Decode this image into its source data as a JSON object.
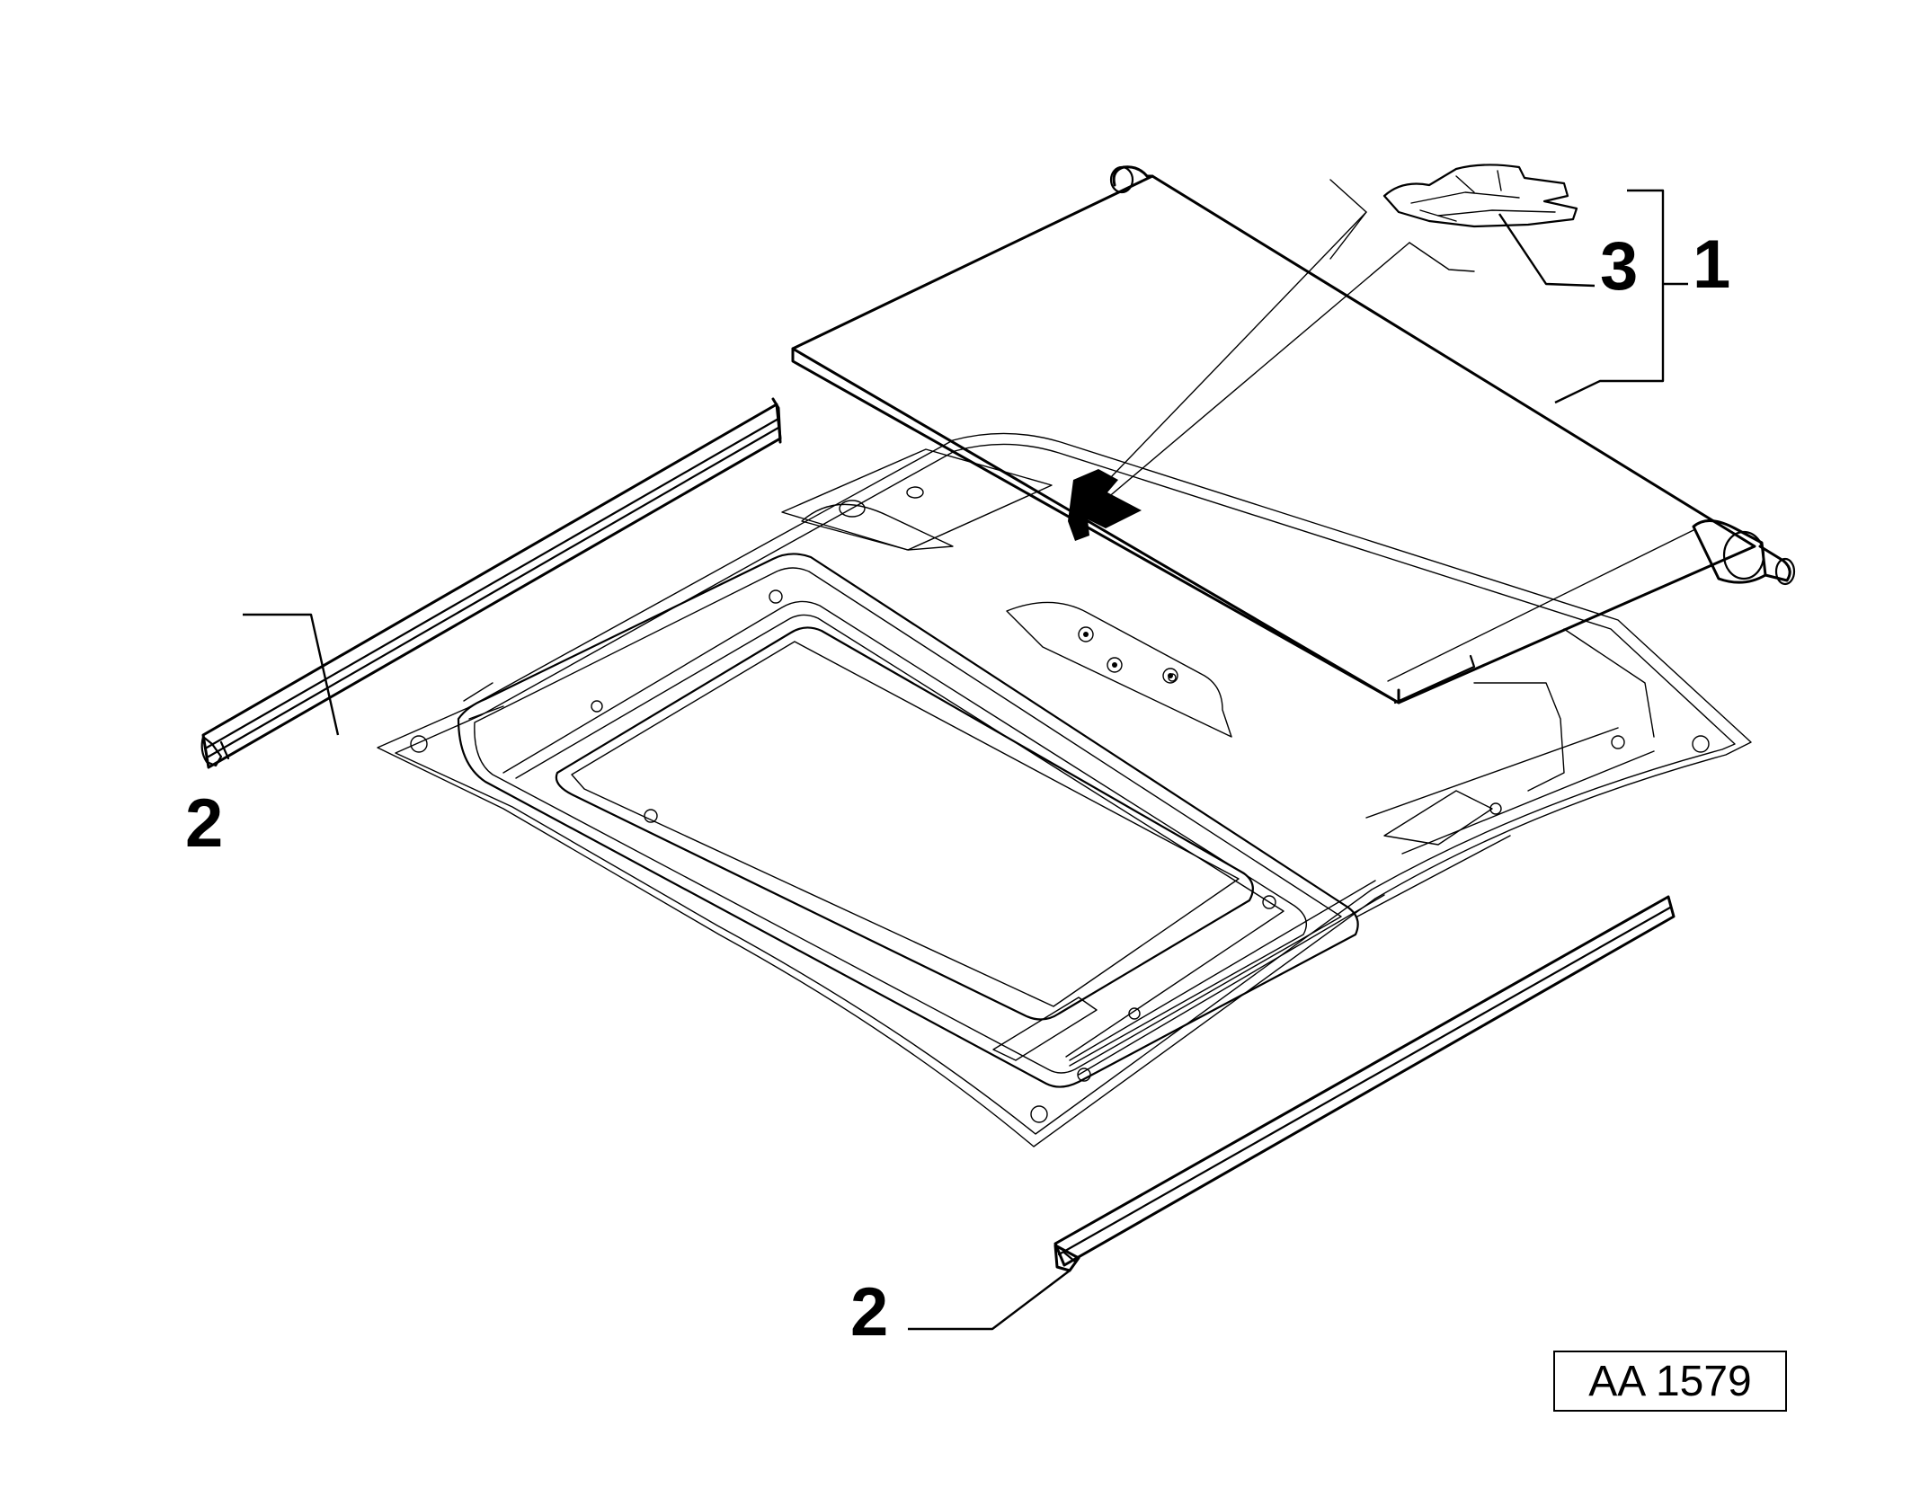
{
  "callouts": {
    "roller_blind_assembly": "1",
    "seal_left": "2",
    "seal_right": "2",
    "clip": "3"
  },
  "reference_code": "AA 1579"
}
